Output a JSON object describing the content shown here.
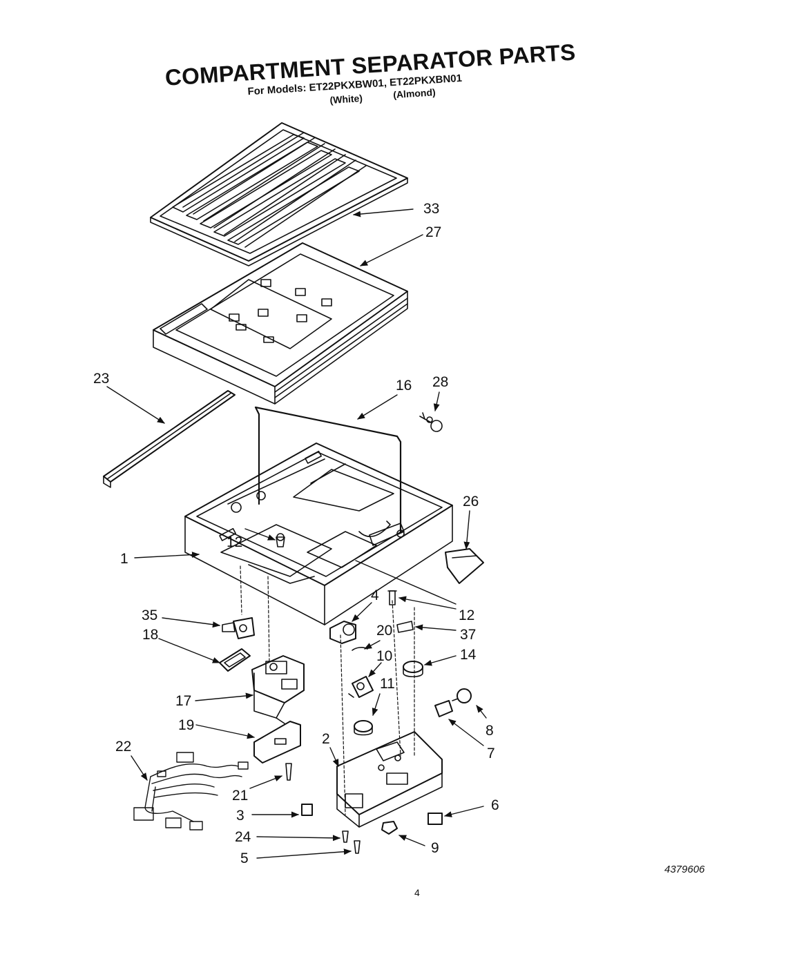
{
  "header": {
    "title": "COMPARTMENT SEPARATOR PARTS",
    "models_line": "For Models: ET22PKXBW01, ET22PKXBN01",
    "variant_white": "(White)",
    "variant_almond": "(Almond)"
  },
  "callouts": {
    "c33": "33",
    "c27": "27",
    "c23": "23",
    "c16": "16",
    "c28": "28",
    "c26": "26",
    "c1": "1",
    "c12a": "12",
    "c12b": "12",
    "c4": "4",
    "c35": "35",
    "c20": "20",
    "c37": "37",
    "c18": "18",
    "c10": "10",
    "c14": "14",
    "c11": "11",
    "c17": "17",
    "c8": "8",
    "c19": "19",
    "c7": "7",
    "c2": "2",
    "c22": "22",
    "c21": "21",
    "c6": "6",
    "c3": "3",
    "c24": "24",
    "c9": "9",
    "c5": "5"
  },
  "footer": {
    "reference_number": "4379606",
    "page_number": "4"
  }
}
